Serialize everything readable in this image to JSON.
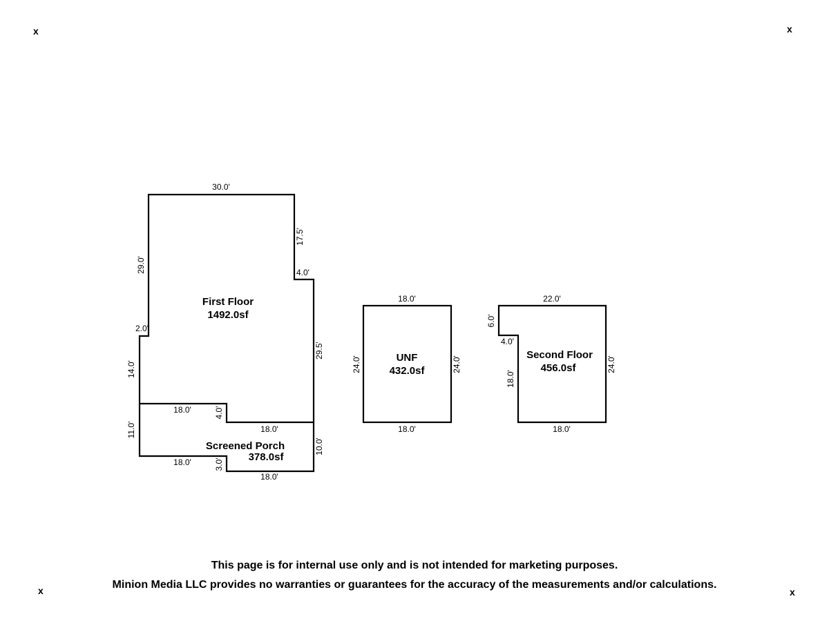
{
  "corner_marks": [
    "x",
    "x",
    "x",
    "x"
  ],
  "rooms": {
    "first_floor": {
      "name": "First Floor",
      "area": "1492.0sf",
      "dims": {
        "top": "30.0'",
        "right_upper": "17.5'",
        "step_right": "4.0'",
        "right_lower": "29.5'",
        "left_upper": "29.0'",
        "step_left": "2.0'",
        "left_lower": "14.0'",
        "bottom_left": "18.0'",
        "notch": "4.0'",
        "bottom_right": "18.0'"
      }
    },
    "screened_porch": {
      "name": "Screened Porch",
      "area": "378.0sf",
      "dims": {
        "left": "11.0'",
        "bottom_left": "18.0'",
        "notch": "3.0'",
        "bottom_right": "18.0'",
        "right": "10.0'"
      }
    },
    "unf": {
      "name": "UNF",
      "area": "432.0sf",
      "dims": {
        "top": "18.0'",
        "bottom": "18.0'",
        "left": "24.0'",
        "right": "24.0'"
      }
    },
    "second_floor": {
      "name": "Second Floor",
      "area": "456.0sf",
      "dims": {
        "top": "22.0'",
        "left_upper": "6.0'",
        "step": "4.0'",
        "left_lower": "18.0'",
        "bottom": "18.0'",
        "right": "24.0'"
      }
    }
  },
  "footer": {
    "line1": "This page is for internal use only and is not intended for marketing purposes.",
    "line2": "Minion Media LLC provides no warranties or guarantees for the accuracy of the measurements and/or calculations."
  }
}
